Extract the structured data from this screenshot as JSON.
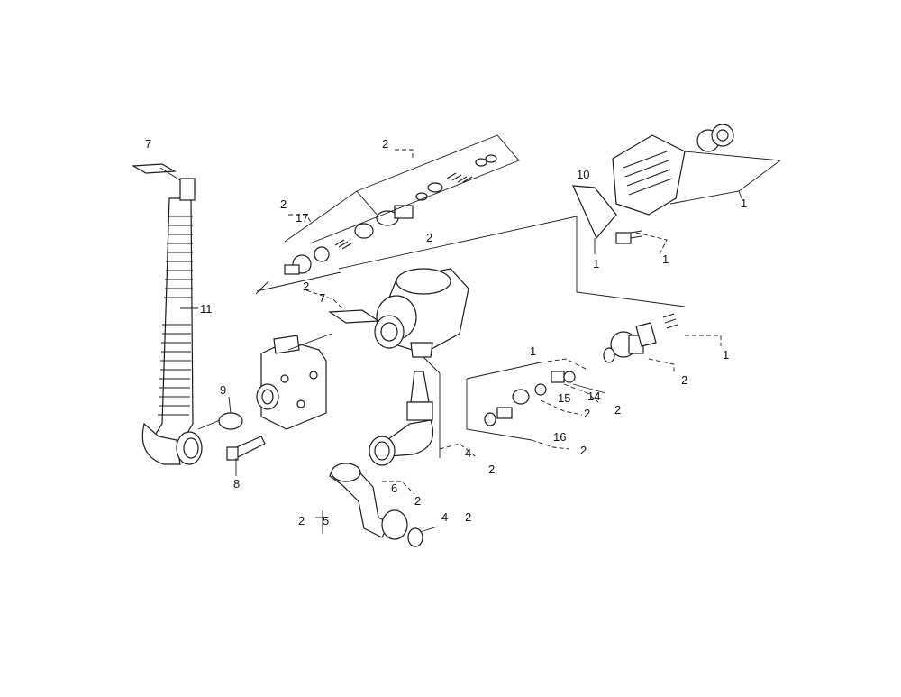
{
  "labels": {
    "n1": "1",
    "n2": "2",
    "n4": "4",
    "n5": "5",
    "n6": "6",
    "n7": "7",
    "n8": "8",
    "n9": "9",
    "n10": "10",
    "n11": "11",
    "n14": "14",
    "n15": "15",
    "n16": "16",
    "n17": "17"
  }
}
